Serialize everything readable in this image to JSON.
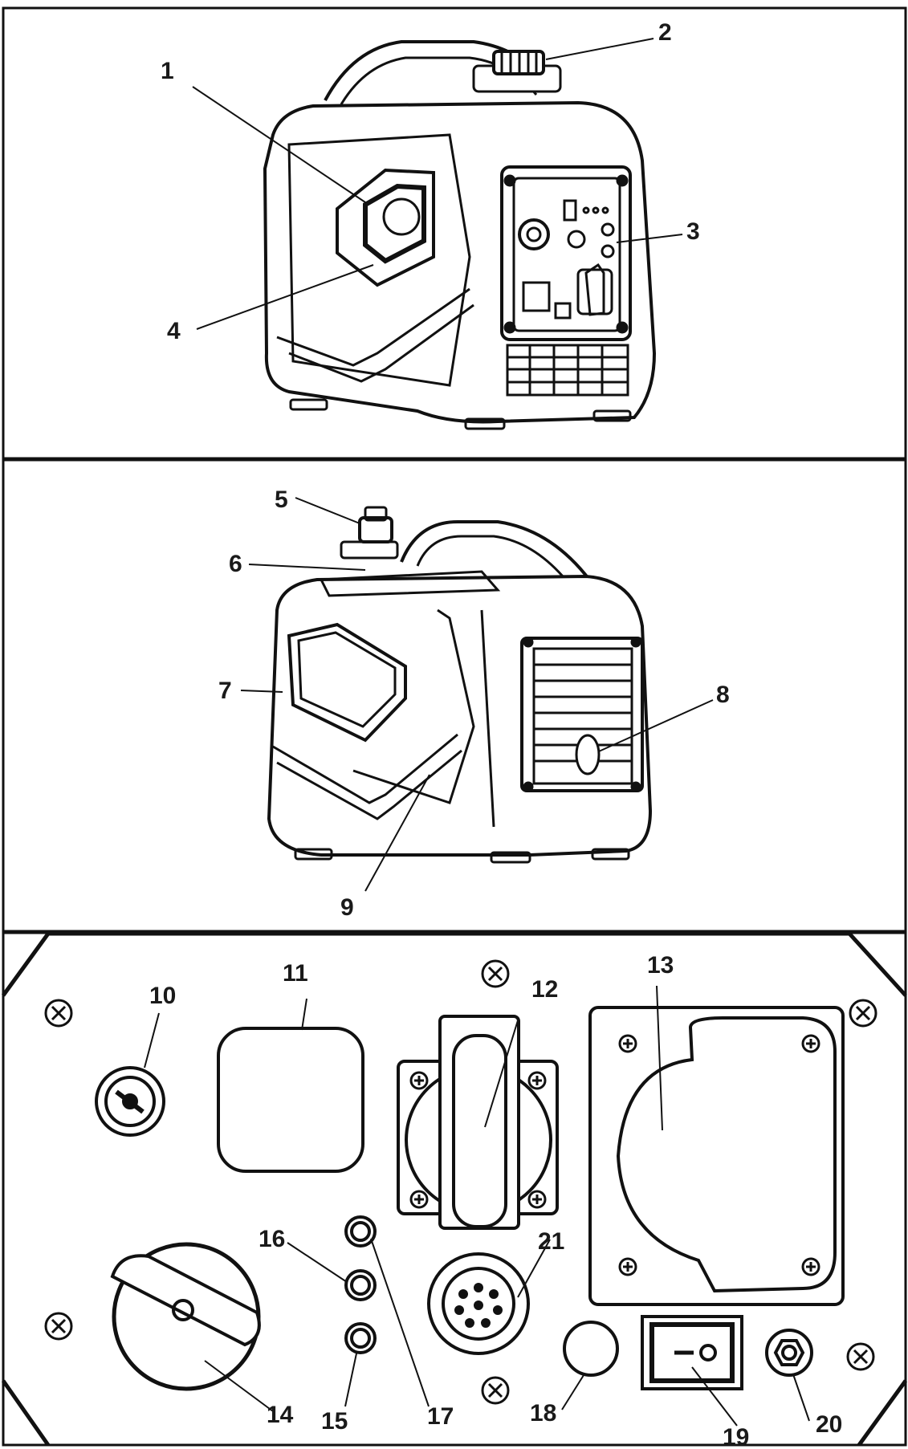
{
  "labels": {
    "l1": "1",
    "l2": "2",
    "l3": "3",
    "l4": "4",
    "l5": "5",
    "l6": "6",
    "l7": "7",
    "l8": "8",
    "l9": "9",
    "l10": "10",
    "l11": "11",
    "l12": "12",
    "l13": "13",
    "l14": "14",
    "l15": "15",
    "l16": "16",
    "l17": "17",
    "l18": "18",
    "l19": "19",
    "l20": "20",
    "l21": "21"
  },
  "colors": {
    "ink": "#111111",
    "background": "#ffffff"
  }
}
